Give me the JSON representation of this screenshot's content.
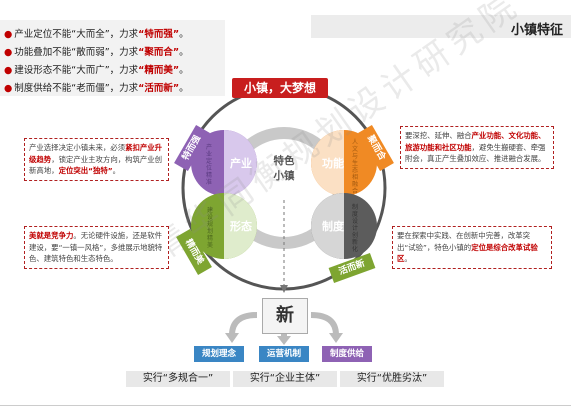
{
  "header": {
    "title": "小镇特征"
  },
  "principles": [
    {
      "prefix": "产业定位不能“大而全”，力求",
      "highlight": "“特而强”",
      "suffix": "。"
    },
    {
      "prefix": "功能叠加不能“散而弱”，力求",
      "highlight": "“聚而合”",
      "suffix": "。"
    },
    {
      "prefix": "建设形态不能“大而广”，力求",
      "highlight": "“精而美”",
      "suffix": "。"
    },
    {
      "prefix": "制度供给不能“老而僵”，力求",
      "highlight": "“活而新”",
      "suffix": "。"
    }
  ],
  "center_banner": "小镇，大梦想",
  "core": {
    "line1": "特色",
    "line2": "小镇"
  },
  "petals": {
    "industry": {
      "label": "产业",
      "sub": "产业定位精准"
    },
    "function": {
      "label": "功能",
      "sub": "人文与生态相融合"
    },
    "form": {
      "label": "形态",
      "sub": "建设规划精美"
    },
    "system": {
      "label": "制度",
      "sub": "制度设计创新化"
    }
  },
  "tags": {
    "industry": "特而强",
    "function": "聚而合",
    "form": "精而美",
    "system": "活而新"
  },
  "notes": {
    "industry": {
      "t1": "产业选择决定小镇未来，必须",
      "r1": "紧扣产业升级趋势",
      "t2": "，锁定产业主攻方向，构筑产业创新高地，",
      "r2": "定位突出“独特”",
      "t3": "。"
    },
    "function": {
      "t1": "要深挖、延伸、融合",
      "r1": "产业功能、文化功能、旅游功能和社区功能",
      "t2": "，避免生搬硬套、牵强附会，真正产生叠加效应、推进融合发展。"
    },
    "form": {
      "r1": "美就是竞争力",
      "t1": "。无论硬件设施，还是软件建设，要“一镇一风格”，多维展示地貌特色、建筑特色和生态特色。"
    },
    "system": {
      "t1": "要在探索中实践、在创新中完善，改革突出“试验”，特色小镇的",
      "r1": "定位是综合改革试验区",
      "t2": "。"
    }
  },
  "innovation": "新",
  "bottom_tabs": [
    "规划理念",
    "运营机制",
    "制度供给"
  ],
  "bottom_texts": [
    "实行“多规合一”",
    "实行“企业主体”",
    "实行“优胜劣汰”"
  ],
  "watermark": "清华同衡规划设计研究院",
  "colors": {
    "red": "#c00000",
    "purple": "#8e62b4",
    "orange": "#f08a24",
    "green": "#7ea531",
    "gray_dark": "#5c5c5c",
    "blue_tab": "#3a86c4"
  }
}
